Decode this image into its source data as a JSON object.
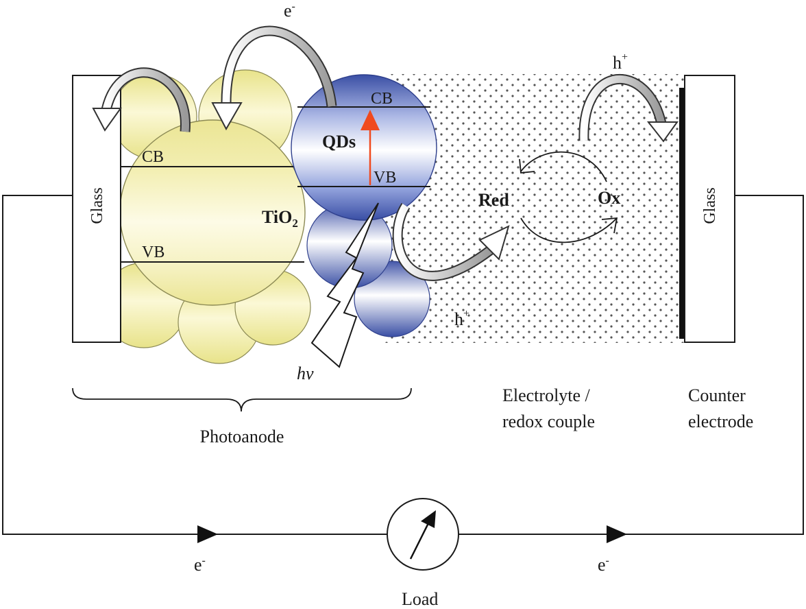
{
  "labels": {
    "glass_left": "Glass",
    "glass_right": "Glass",
    "tio2_prefix": "TiO",
    "tio2_sub": "2",
    "tio2_cb": "CB",
    "tio2_vb": "VB",
    "qds": "QDs",
    "qd_cb": "CB",
    "qd_vb": "VB",
    "e_top": "e",
    "e_top_sup": "-",
    "h_top": "h",
    "h_top_sup": "+",
    "h_bottom": "h",
    "h_bottom_sup": "+",
    "red": "Red",
    "ox": "Ox",
    "hv": "hν",
    "photoanode": "Photoanode",
    "electrolyte_line1": "Electrolyte /",
    "electrolyte_line2": "redox couple",
    "counter_line1": "Counter",
    "counter_line2": "electrode",
    "e_left": "e",
    "e_left_sup": "-",
    "e_right": "e",
    "e_right_sup": "-",
    "load": "Load"
  },
  "colors": {
    "tio2_fill": "#f2eda6",
    "tio2_edge": "#8c8a55",
    "qd_blue": "#3d51a6",
    "qd_light": "#e6eaf8",
    "photon_arrow": "#f04a1e",
    "line": "#1a1a1a",
    "electrode": "#111111",
    "dots": "#555555"
  }
}
